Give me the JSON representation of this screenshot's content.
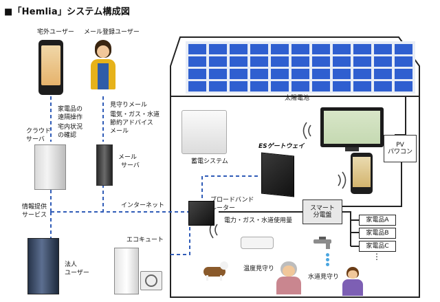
{
  "title": "■「Hemlia」システム構成図",
  "users": {
    "remote_user": "宅外ユーザー",
    "mail_user": "メール登録ユーザー"
  },
  "flows": {
    "remote_ops": [
      "家電品の",
      "遠隔操作",
      "宅内状況",
      "の確認"
    ],
    "mail_info": [
      "見守りメール",
      "電気・ガス・水道",
      "節約アドバイス",
      "メール"
    ]
  },
  "servers": {
    "cloud": [
      "クラウド",
      "サーバ"
    ],
    "mail": [
      "メール",
      "サーバ"
    ],
    "info_service": [
      "情報提供",
      "サービス"
    ],
    "corporate_user": [
      "法人",
      "ユーザー"
    ]
  },
  "network": {
    "internet": "インターネット",
    "ecocute": "エコキュート",
    "broadband_router": [
      "ブロードバンド",
      "ルーター"
    ],
    "usage": "電力・ガス・水道使用量"
  },
  "house": {
    "solar": "太陽電池",
    "battery": "蓄電システム",
    "es_gateway": "ESゲートウェイ",
    "pv_conditioner": [
      "PV",
      "パワコン"
    ],
    "smart_panel": [
      "スマート",
      "分電盤"
    ],
    "appliances": [
      "家電品A",
      "家電品B",
      "家電品C"
    ],
    "more": "⋮",
    "temp_watch": "温度見守り",
    "water_watch": "水道見守り"
  },
  "colors": {
    "solar_cell": "#2f5fd0",
    "roof": "#5579c9",
    "dashed_link": "#2f5bb7",
    "line": "#222222"
  }
}
